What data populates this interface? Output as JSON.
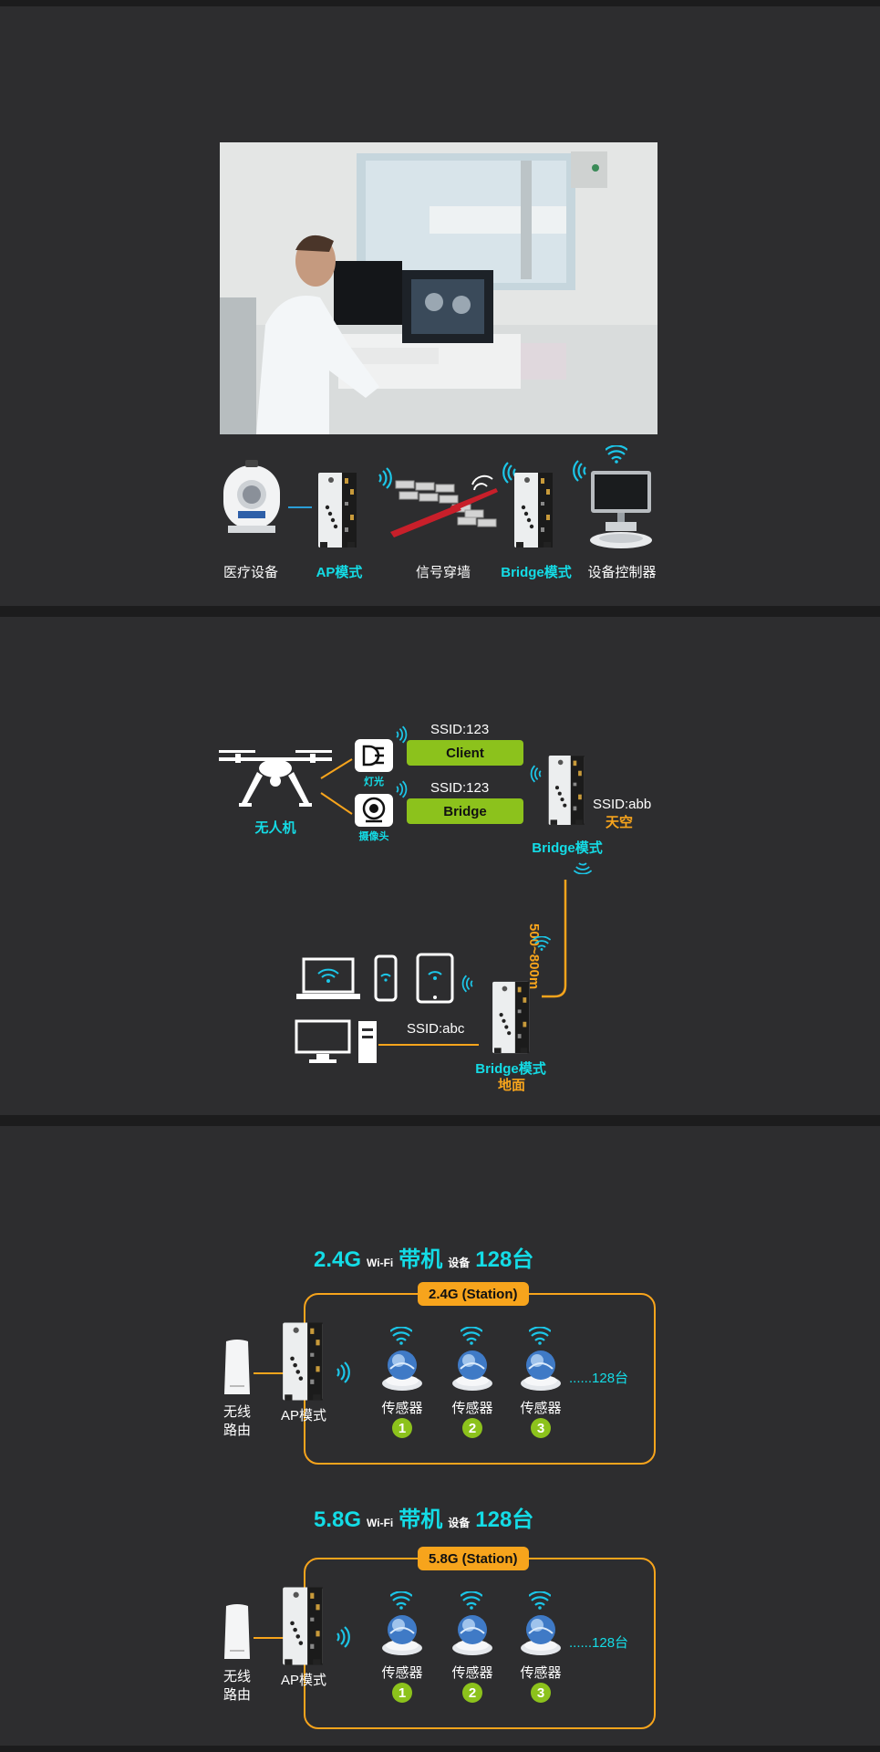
{
  "section1": {
    "photo_alt": "medical worker at MRI control workstation",
    "labels": {
      "medical": "医疗设备",
      "ap": "AP模式",
      "wall": "信号穿墙",
      "bridge": "Bridge模式",
      "controller": "设备控制器"
    }
  },
  "section2": {
    "drone": "无人机",
    "light": "灯光",
    "camera": "摄像头",
    "ssid1": "SSID:123",
    "client": "Client",
    "ssid2": "SSID:123",
    "bridge_pill": "Bridge",
    "ssid_sky": "SSID:abb",
    "sky": "天空",
    "bridge_sky": "Bridge模式",
    "distance": "500~800m",
    "ssid_ground": "SSID:abc",
    "bridge_ground": "Bridge模式",
    "ground": "地面"
  },
  "section3": {
    "blocks": [
      {
        "freq": "2.4G",
        "wifi": "Wi-Fi",
        "carry": "带机",
        "devices": "设备",
        "count": "128台",
        "tag": "2.4G (Station)",
        "router": [
          "无线",
          "路由"
        ],
        "ap": "AP模式",
        "sensor": "传感器",
        "nums": [
          "1",
          "2",
          "3"
        ],
        "more": "......128台"
      },
      {
        "freq": "5.8G",
        "wifi": "Wi-Fi",
        "carry": "带机",
        "devices": "设备",
        "count": "128台",
        "tag": "5.8G (Station)",
        "router": [
          "无线",
          "路由"
        ],
        "ap": "AP模式",
        "sensor": "传感器",
        "nums": [
          "1",
          "2",
          "3"
        ],
        "more": "......128台"
      }
    ]
  },
  "colors": {
    "accent_cyan": "#14dce6",
    "accent_orange": "#f7a41c",
    "accent_green": "#8cc21c",
    "bg": "#2d2d2f"
  }
}
